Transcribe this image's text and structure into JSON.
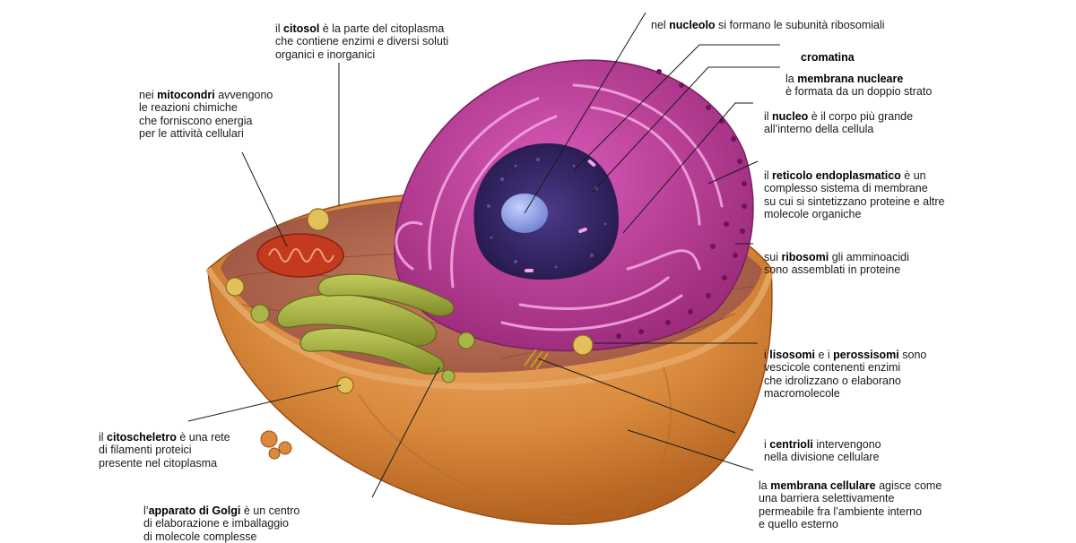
{
  "labels": {
    "citosol": {
      "term": "citosol",
      "pre": "il ",
      "post": " è la parte del citoplasma\nche contiene enzimi e diversi soluti\norganici e inorganici"
    },
    "mitocondri": {
      "term": "mitocondri",
      "pre": "nei ",
      "post": " avvengono\nle reazioni chimiche\nche forniscono energia\n per le attività cellulari"
    },
    "nucleolo": {
      "term": "nucleolo",
      "pre": "nel ",
      "post": " si formano le subunità ribosomiali"
    },
    "cromatina": {
      "term": "cromatina",
      "pre": "",
      "post": ""
    },
    "membrana_nucleare": {
      "term": "membrana nucleare",
      "pre": "la ",
      "post": "\nè formata da un doppio strato"
    },
    "nucleo": {
      "term": "nucleo",
      "pre": "il ",
      "post": " è il corpo più grande\nall’interno della cellula"
    },
    "reticolo": {
      "term": "reticolo endoplasmatico",
      "pre": "il ",
      "post": " è un\ncomplesso sistema di membrane\nsu cui si sintetizzano proteine e altre\nmolecole organiche"
    },
    "ribosomi": {
      "term": "ribosomi",
      "pre": "sui ",
      "post": " gli amminoacidi\nsono assemblati in proteine"
    },
    "lisosomi": {
      "term": "lisosomi",
      "term2": "perossisomi",
      "pre": "i ",
      "mid": " e i ",
      "post": " sono\nvescicole contenenti enzimi\nche idrolizzano o elaborano\nmacromolecole"
    },
    "centrioli": {
      "term": "centrioli",
      "pre": "i ",
      "post": " intervengono\nnella divisione cellulare"
    },
    "membrana_cellulare": {
      "term": "membrana cellulare",
      "pre": "la ",
      "post": " agisce come\nuna barriera selettivamente\npermeabile fra l’ambiente interno\ne quello esterno"
    },
    "citoscheletro": {
      "term": "citoscheletro",
      "pre": "il ",
      "post": " è una rete\ndi filamenti proteici\npresente nel citoplasma"
    },
    "golgi": {
      "term": "apparato di Golgi",
      "pre": "l’",
      "post": " è un centro\ndi elaborazione e imballaggio\ndi molecole complesse"
    }
  },
  "colors": {
    "cell_outer": "#d98a3c",
    "cell_rim": "#c06a25",
    "cytoplasm": "#b86a52",
    "er": "#c0399a",
    "er_light": "#e58fd1",
    "nucleus": "#3b2a74",
    "nucleolus": "#8fa0e8",
    "golgi": "#9aa83a",
    "mito": "#d9482a",
    "lysosome": "#e3c15a"
  }
}
